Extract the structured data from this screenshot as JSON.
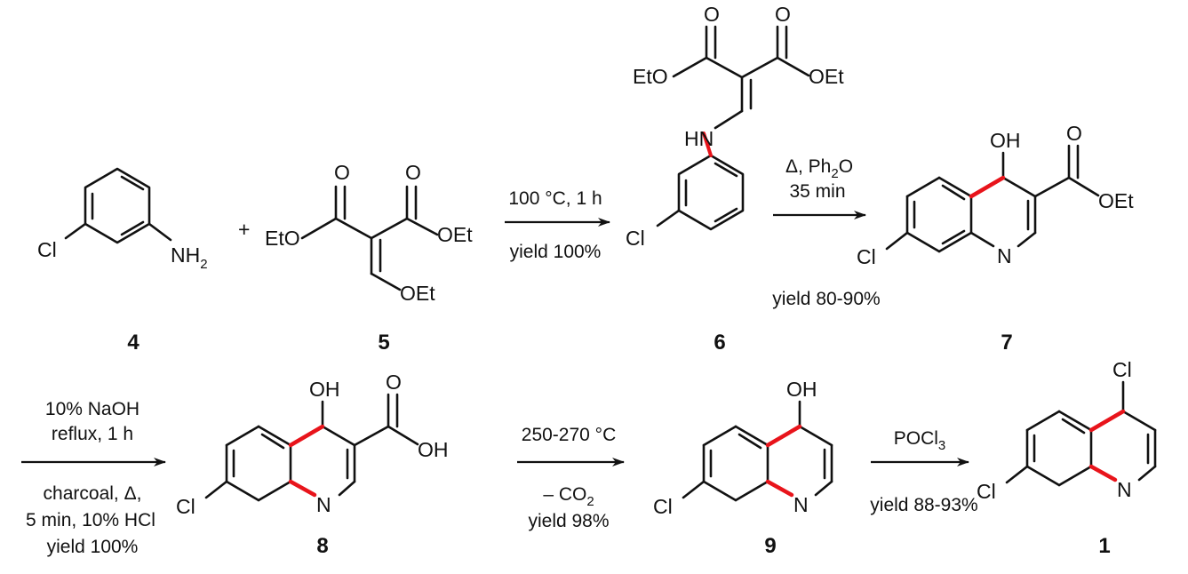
{
  "colors": {
    "ink": "#111111",
    "new_bond": "#e8141b",
    "background": "#ffffff"
  },
  "compounds": {
    "c4": {
      "number": "4",
      "cl": "Cl",
      "nh": "NH",
      "nh_sub": "2"
    },
    "c5": {
      "number": "5",
      "o1": "O",
      "o2": "O",
      "eto": "EtO",
      "oet": "OEt",
      "oet2": "OEt"
    },
    "c6": {
      "number": "6",
      "o1": "O",
      "o2": "O",
      "eto": "EtO",
      "oet": "OEt",
      "hn": "HN",
      "cl": "Cl"
    },
    "c7": {
      "number": "7",
      "oh": "OH",
      "o": "O",
      "oet": "OEt",
      "n": "N",
      "cl": "Cl"
    },
    "c8": {
      "number": "8",
      "oh": "OH",
      "o": "O",
      "oh2": "OH",
      "n": "N",
      "cl": "Cl"
    },
    "c9": {
      "number": "9",
      "oh": "OH",
      "n": "N",
      "cl": "Cl"
    },
    "c1": {
      "number": "1",
      "cl_top": "Cl",
      "n": "N",
      "cl": "Cl"
    }
  },
  "plus": "+",
  "steps": {
    "s1": {
      "above": "100 °C, 1 h",
      "below": "yield 100%"
    },
    "s2": {
      "above1_prefix": "Δ, Ph",
      "above1_sub": "2",
      "above1_suffix": "O",
      "above2": "35 min",
      "below": "yield 80-90%"
    },
    "s3": {
      "above1": "10% NaOH",
      "above2": "reflux, 1 h",
      "below1": "charcoal, Δ,",
      "below2": "5 min, 10% HCl",
      "below3": "yield 100%"
    },
    "s4": {
      "above": "250-270 °C",
      "below1_prefix": "– CO",
      "below1_sub": "2",
      "below2": "yield 98%"
    },
    "s5": {
      "above_prefix": "POCl",
      "above_sub": "3",
      "below": "yield 88-93%"
    }
  }
}
